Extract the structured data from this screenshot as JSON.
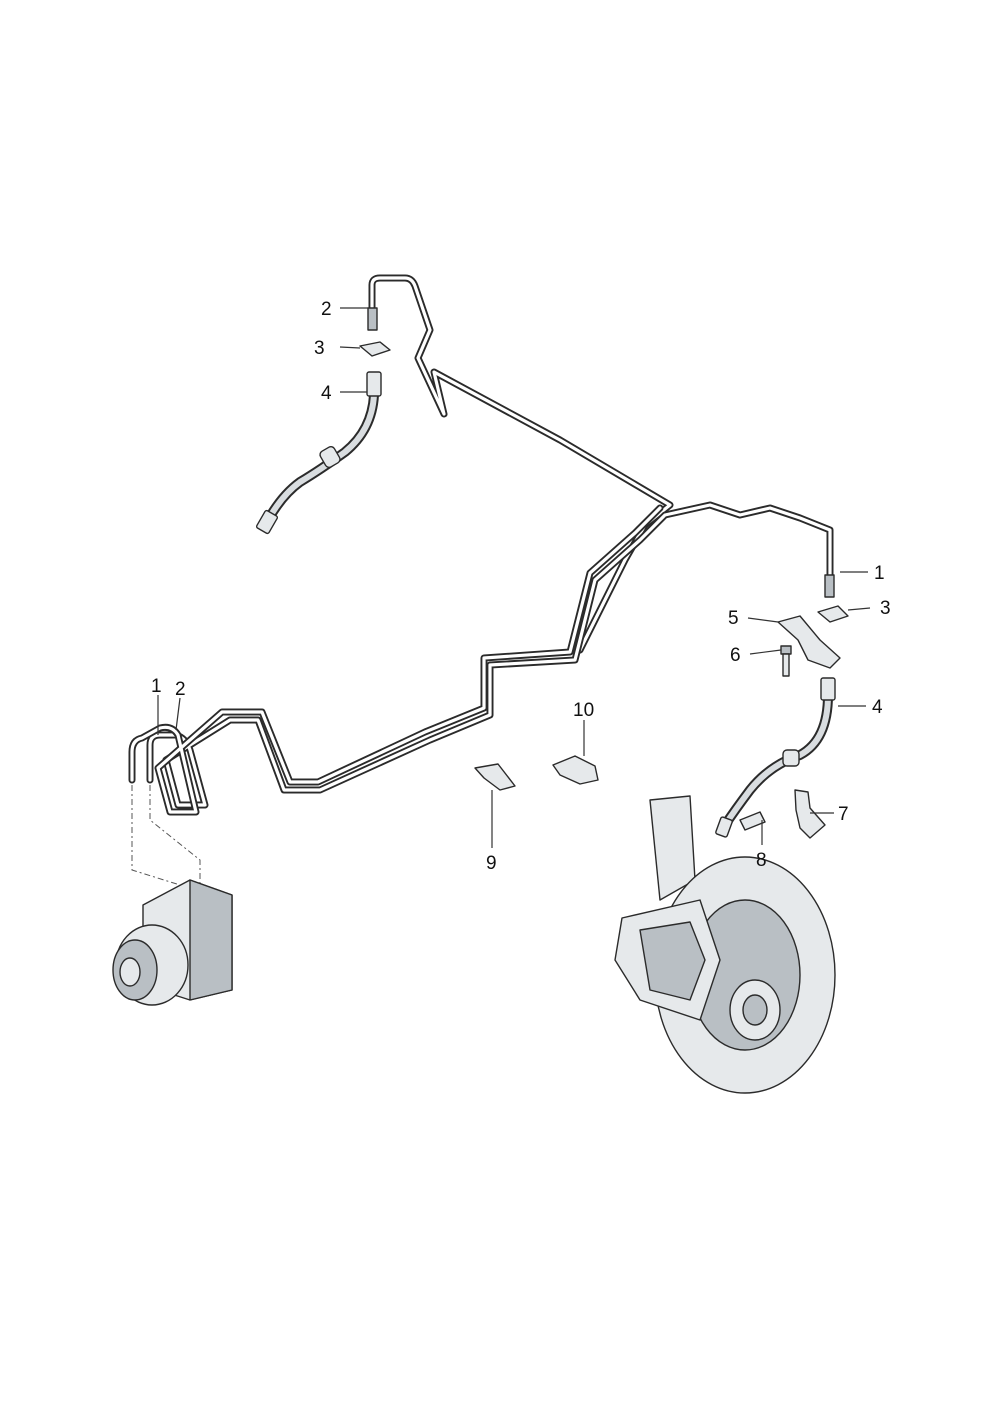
{
  "diagram": {
    "callouts": [
      {
        "id": "c-2-top",
        "label": "2"
      },
      {
        "id": "c-3-top",
        "label": "3"
      },
      {
        "id": "c-4-top",
        "label": "4"
      },
      {
        "id": "c-1-right",
        "label": "1"
      },
      {
        "id": "c-3-right",
        "label": "3"
      },
      {
        "id": "c-5",
        "label": "5"
      },
      {
        "id": "c-6",
        "label": "6"
      },
      {
        "id": "c-4-right",
        "label": "4"
      },
      {
        "id": "c-7",
        "label": "7"
      },
      {
        "id": "c-8",
        "label": "8"
      },
      {
        "id": "c-9",
        "label": "9"
      },
      {
        "id": "c-10",
        "label": "10"
      },
      {
        "id": "c-1-left",
        "label": "1"
      },
      {
        "id": "c-2-left",
        "label": "2"
      }
    ]
  }
}
